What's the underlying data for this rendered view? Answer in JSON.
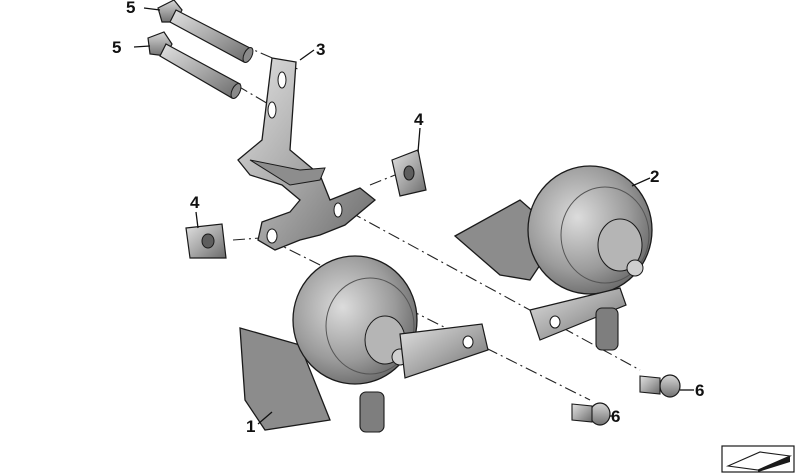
{
  "diagram": {
    "callouts": [
      {
        "id": "c1",
        "label": "1"
      },
      {
        "id": "c2",
        "label": "2"
      },
      {
        "id": "c3",
        "label": "3"
      },
      {
        "id": "c4a",
        "label": "4"
      },
      {
        "id": "c4b",
        "label": "4"
      },
      {
        "id": "c5a",
        "label": "5"
      },
      {
        "id": "c5b",
        "label": "5"
      },
      {
        "id": "c6a",
        "label": "6"
      },
      {
        "id": "c6b",
        "label": "6"
      }
    ],
    "colors": {
      "metal_dark": "#6e6e6e",
      "metal_mid": "#a3a3a3",
      "metal_light": "#d6d6d6",
      "outline": "#1a1a1a"
    },
    "corner_icon": "diagram-symbol-icon"
  }
}
